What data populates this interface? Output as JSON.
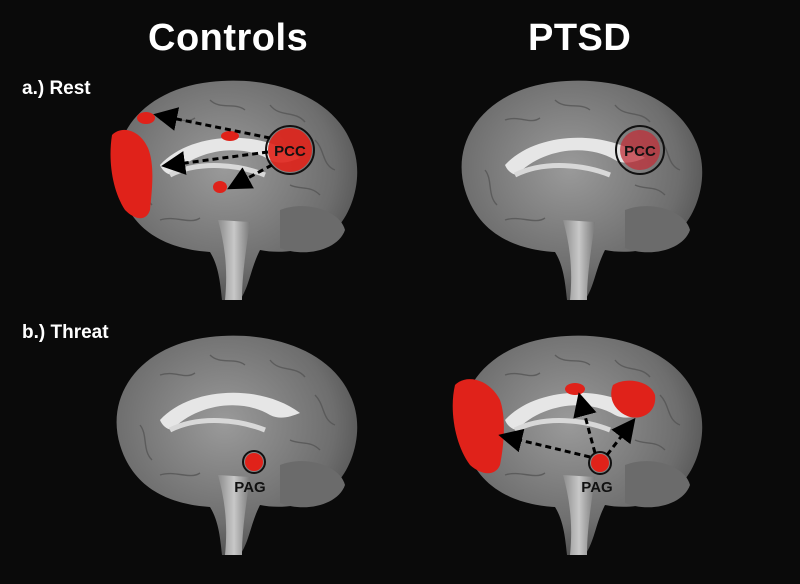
{
  "columns": [
    {
      "title": "Controls"
    },
    {
      "title": "PTSD"
    }
  ],
  "rows": [
    {
      "label": "a.) Rest"
    },
    {
      "label": "b.) Threat"
    }
  ],
  "panels": {
    "rest_controls": {
      "seed_label": "PCC"
    },
    "rest_ptsd": {
      "seed_label": "PCC"
    },
    "threat_controls": {
      "seed_label": "PAG"
    },
    "threat_ptsd": {
      "seed_label": "PAG"
    }
  },
  "colors": {
    "background": "#0a0a0a",
    "brain_gray": "#7a7a7a",
    "white_matter": "#e6e6e6",
    "activation_red": "#e0221a",
    "arrow": "#000000"
  }
}
